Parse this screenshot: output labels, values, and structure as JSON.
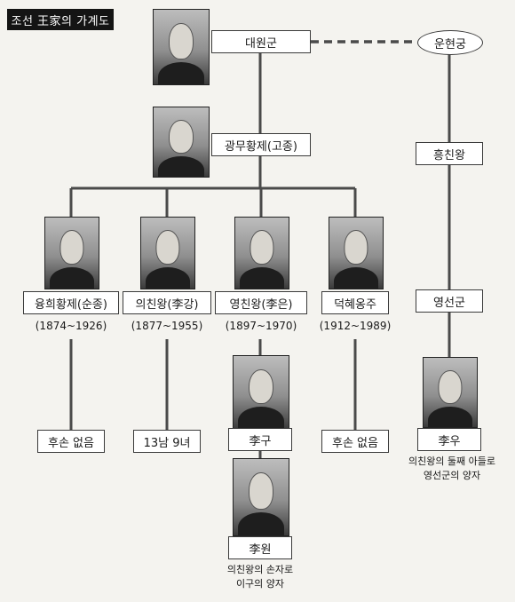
{
  "title": "조선 王家의 가계도",
  "nodes": {
    "daewongun": "대원군",
    "unhyeongung": "운현궁",
    "gojong": "광무황제(고종)",
    "heungchinwang": "흥친왕",
    "sunjong": "융희황제(순종)",
    "uichinwang": "의친왕(李강)",
    "yeongchinwang": "영친왕(李은)",
    "deokhye": "덕혜옹주",
    "yeongseongun": "영선군",
    "sunjong_desc": "후손 없음",
    "uichinwang_desc": "13남 9녀",
    "yigu": "李구",
    "deokhye_desc": "후손 없음",
    "yiu": "李우",
    "yiwon": "李원"
  },
  "years": {
    "sunjong": "(1874~1926)",
    "uichinwang": "(1877~1955)",
    "yeongchinwang": "(1897~1970)",
    "deokhye": "(1912~1989)"
  },
  "notes": {
    "yiu_line1": "의친왕의 둘째 아들로",
    "yiu_line2": "영선군의 양자",
    "yiwon_line1": "의친왕의 손자로",
    "yiwon_line2": "이구의 양자"
  },
  "colors": {
    "line": "#4a4a4a",
    "box_border": "#3a3a3a",
    "title_bg": "#141414"
  },
  "portraits": [
    "daewongun-portrait-icon",
    "gojong-portrait-icon",
    "sunjong-portrait-icon",
    "uichinwang-portrait-icon",
    "yeongchinwang-portrait-icon",
    "deokhye-portrait-icon",
    "yigu-portrait-icon",
    "yiu-portrait-icon",
    "yiwon-portrait-icon"
  ]
}
